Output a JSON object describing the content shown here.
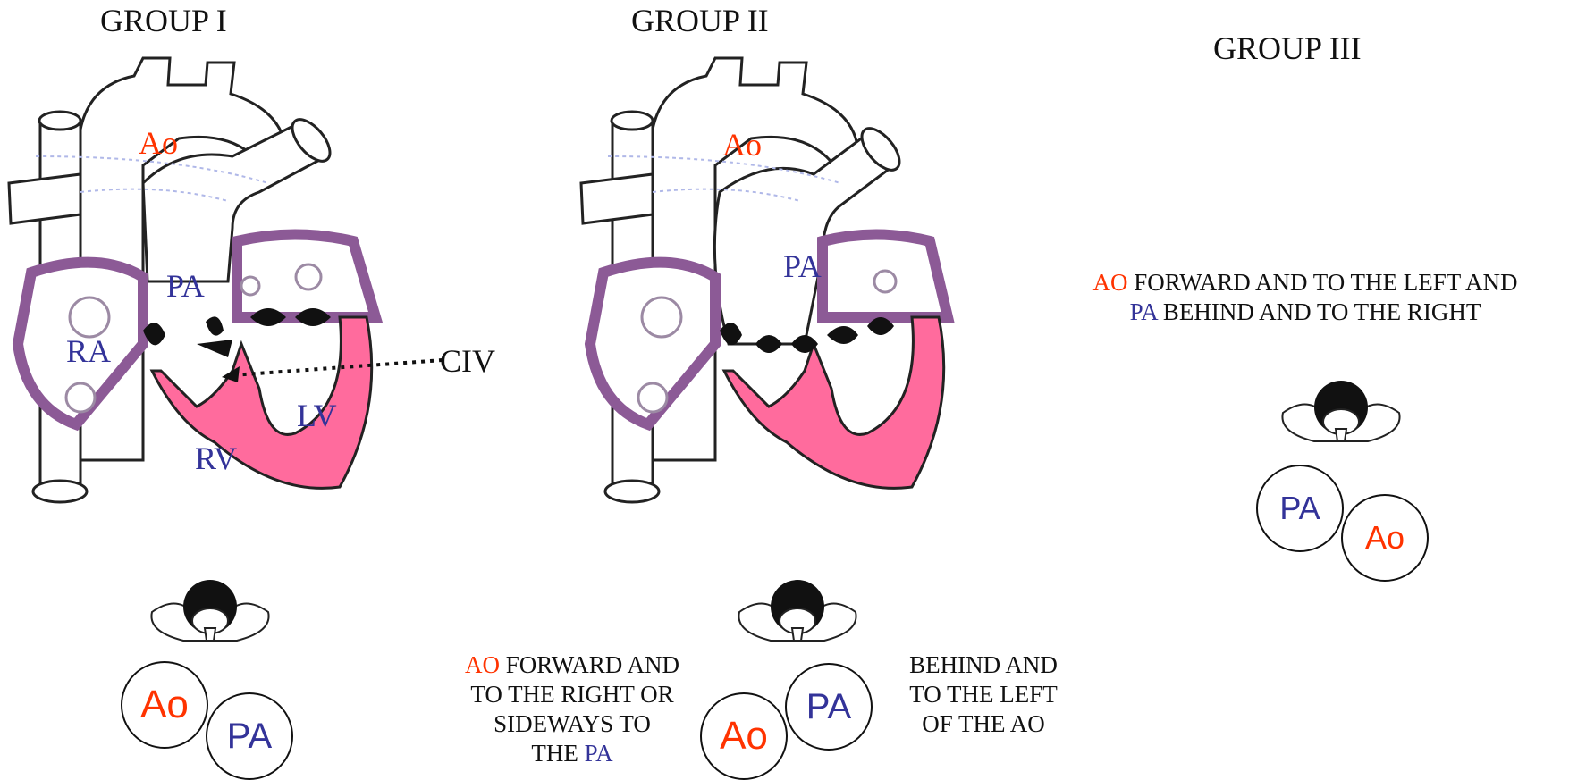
{
  "groups": [
    {
      "title": "GROUP I"
    },
    {
      "title": "GROUP II"
    },
    {
      "title": "GROUP III"
    }
  ],
  "heart1": {
    "ao": "Ao",
    "pa": "PA",
    "ra": "RA",
    "lv": "LV",
    "rv": "RV",
    "civ": "CIV"
  },
  "heart2": {
    "ao": "Ao",
    "pa": "PA"
  },
  "group1": {
    "circle_ao": "Ao",
    "circle_pa": "PA"
  },
  "group2": {
    "caption_left": {
      "line1_a": "AO",
      "line1_b": " FORWARD AND",
      "line2": "TO THE RIGHT OR",
      "line3": "SIDEWAYS TO",
      "line4_a": "THE ",
      "line4_b": "PA"
    },
    "caption_right": {
      "line1": "BEHIND AND",
      "line2": "TO THE LEFT",
      "line3": "OF THE AO"
    },
    "circle_ao": "Ao",
    "circle_pa": "PA"
  },
  "group3": {
    "caption": {
      "line1_a": "AO",
      "line1_b": " FORWARD AND TO THE LEFT AND",
      "line2_a": "PA",
      "line2_b": " BEHIND AND TO THE RIGHT"
    },
    "circle_pa": "PA",
    "circle_ao": "Ao"
  },
  "colors": {
    "aorta_label": "#ff3300",
    "pa_label": "#333399",
    "atrium_wall": "#8c5a96",
    "ventricle_wall": "#ff6b9d"
  }
}
